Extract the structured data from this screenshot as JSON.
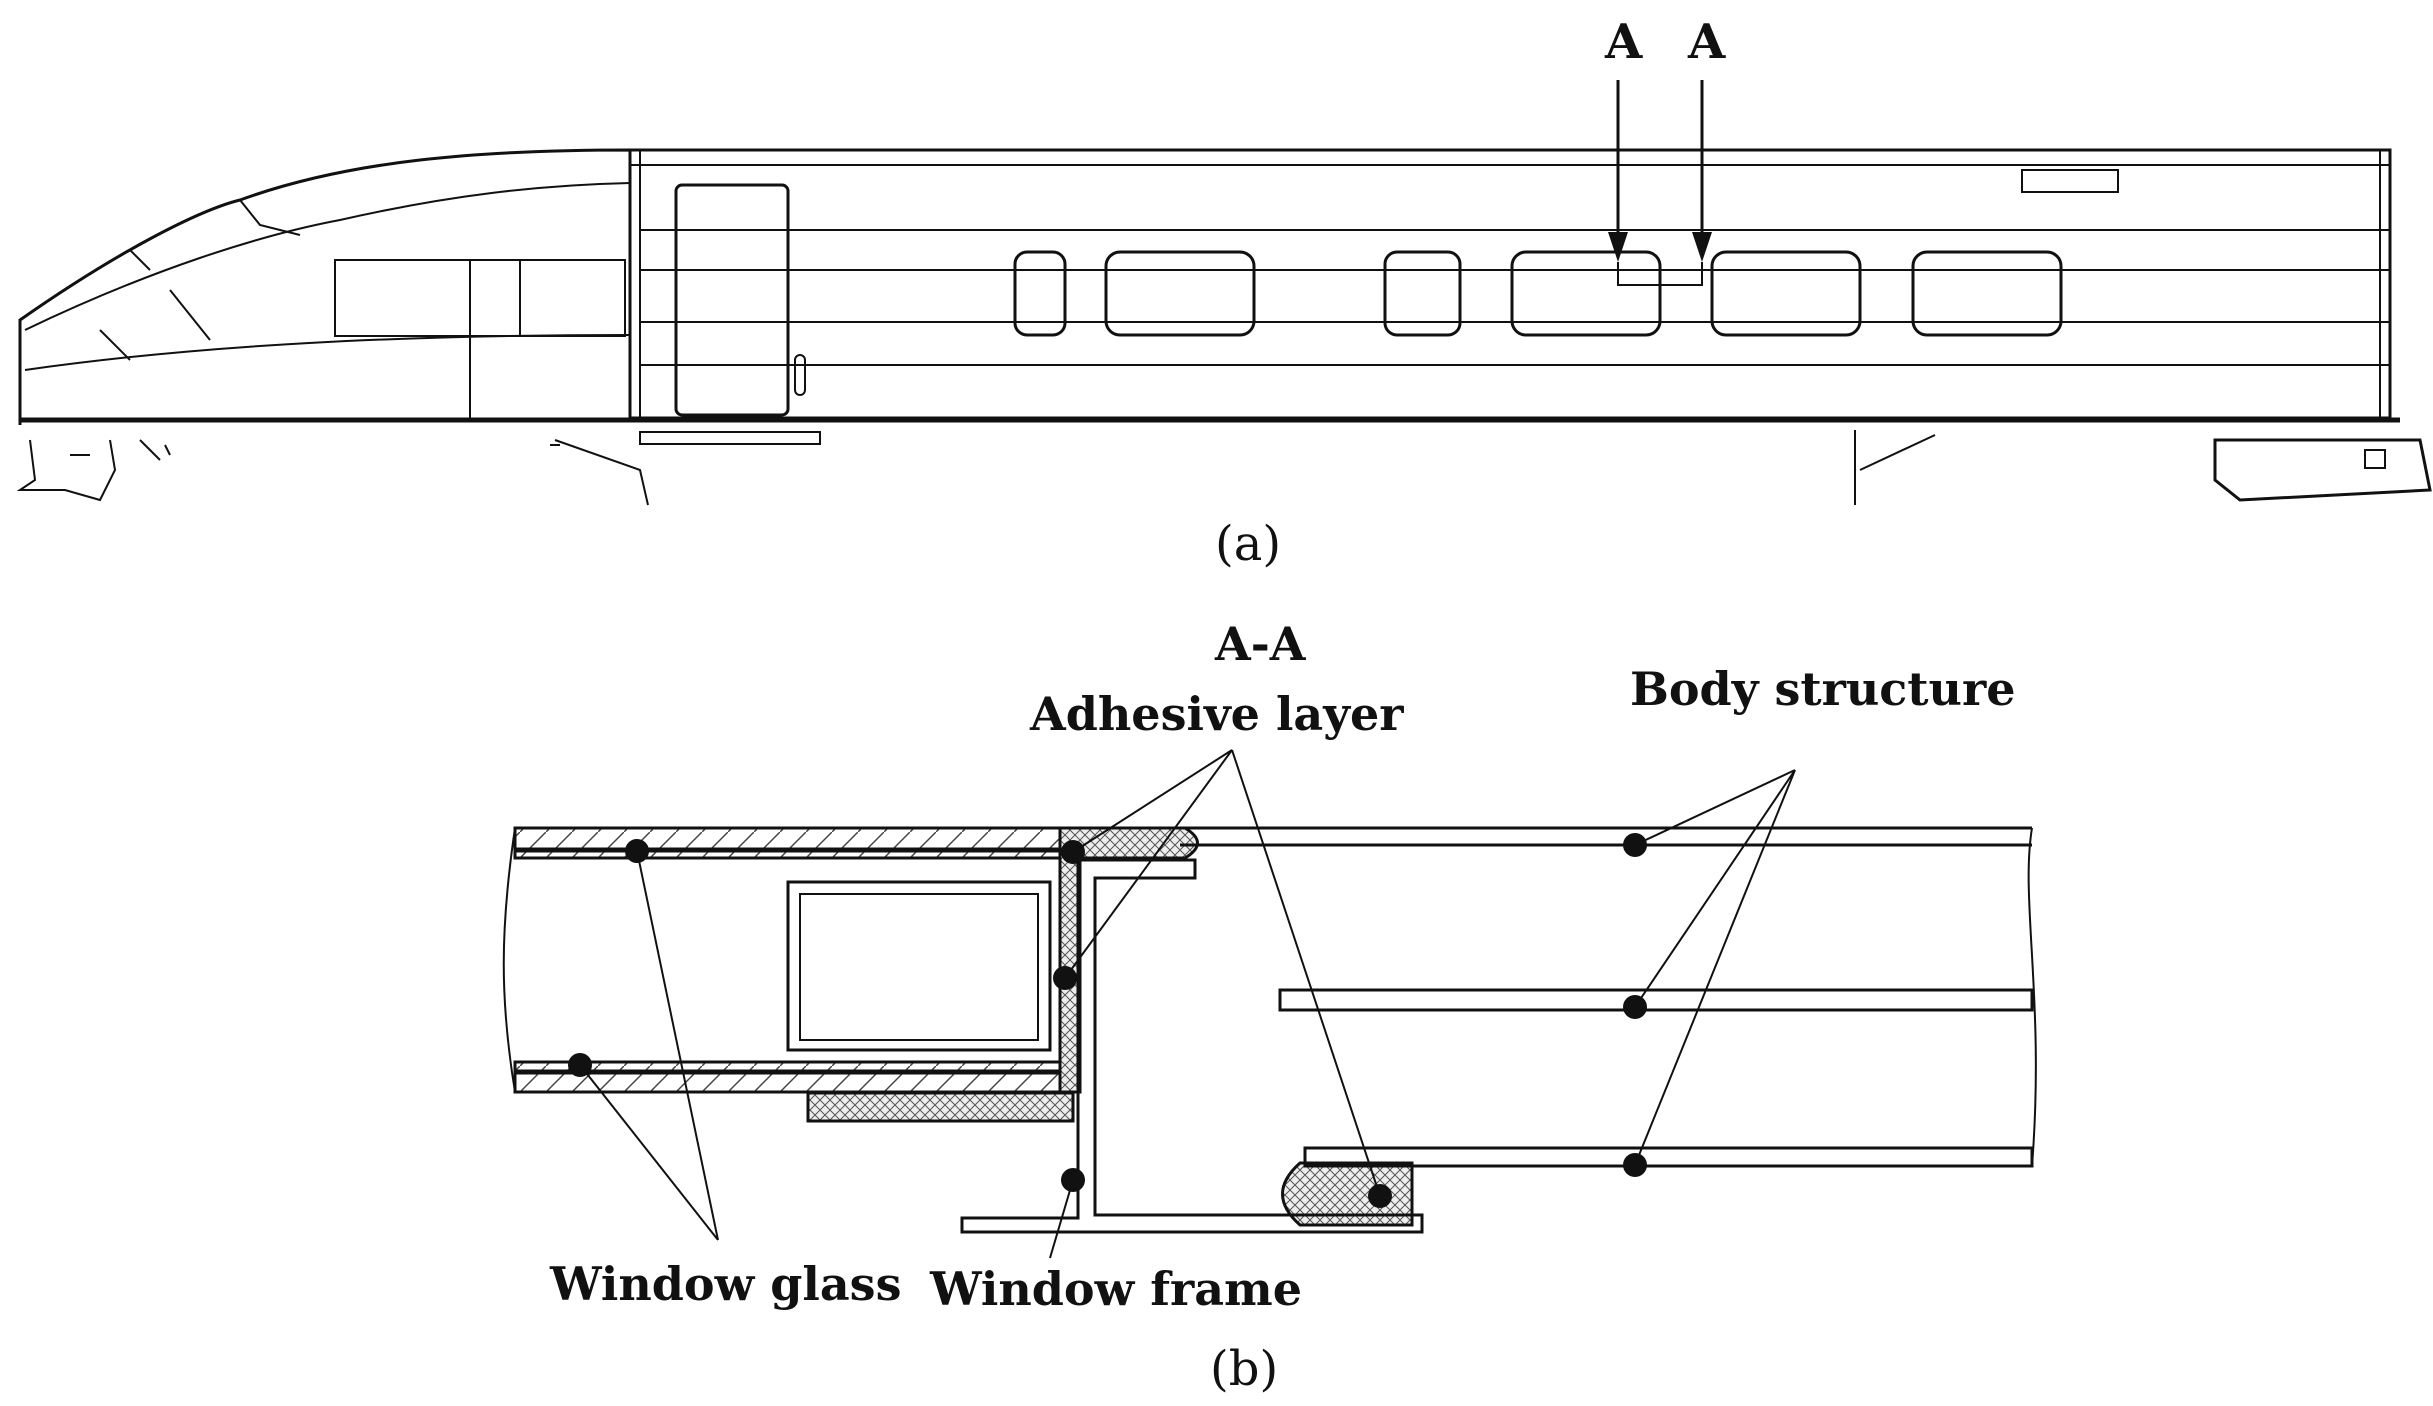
{
  "figure_a": {
    "section_marker_left": "A",
    "section_marker_right": "A",
    "caption": "(a)"
  },
  "figure_b": {
    "section_title": "A-A",
    "labels": {
      "adhesive_layer": "Adhesive layer",
      "body_structure": "Body structure",
      "window_glass": "Window glass",
      "window_frame": "Window frame"
    },
    "caption": "(b)"
  },
  "colors": {
    "line": "#111111",
    "background": "#ffffff",
    "adhesive_fill": "#e6e6e6"
  }
}
